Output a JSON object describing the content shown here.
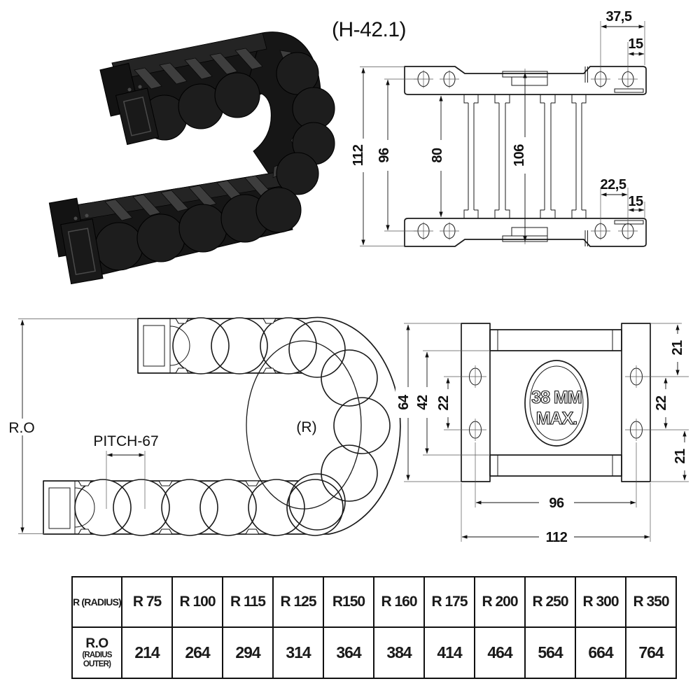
{
  "title": "(H-42.1)",
  "top_view": {
    "dim_37_5": "37,5",
    "dim_15_top": "15",
    "dim_112": "112",
    "dim_96": "96",
    "dim_80": "80",
    "dim_106": "106",
    "dim_22_5": "22,5",
    "dim_15_bottom": "15"
  },
  "side_view": {
    "radius_outer_label": "R.O",
    "pitch_label": "PITCH-67",
    "radius_label": "(R)"
  },
  "front_view": {
    "dim_64": "64",
    "dim_42": "42",
    "dim_22_left": "22",
    "dim_21_top": "21",
    "dim_22_right": "22",
    "dim_21_bottom": "21",
    "dim_96": "96",
    "dim_112": "112",
    "circle_line1": "38 MM",
    "circle_line2": "MAX."
  },
  "table": {
    "row1_header": "R (RADIUS)",
    "row2_header_line1": "R.O",
    "row2_header_line2": "(RADIUS OUTER)",
    "radii": [
      "R 75",
      "R 100",
      "R 115",
      "R 125",
      "R150",
      "R 160",
      "R 175",
      "R 200",
      "R 250",
      "R 300",
      "R 350"
    ],
    "outer_radii": [
      "214",
      "264",
      "294",
      "314",
      "364",
      "384",
      "414",
      "464",
      "564",
      "664",
      "764"
    ]
  }
}
